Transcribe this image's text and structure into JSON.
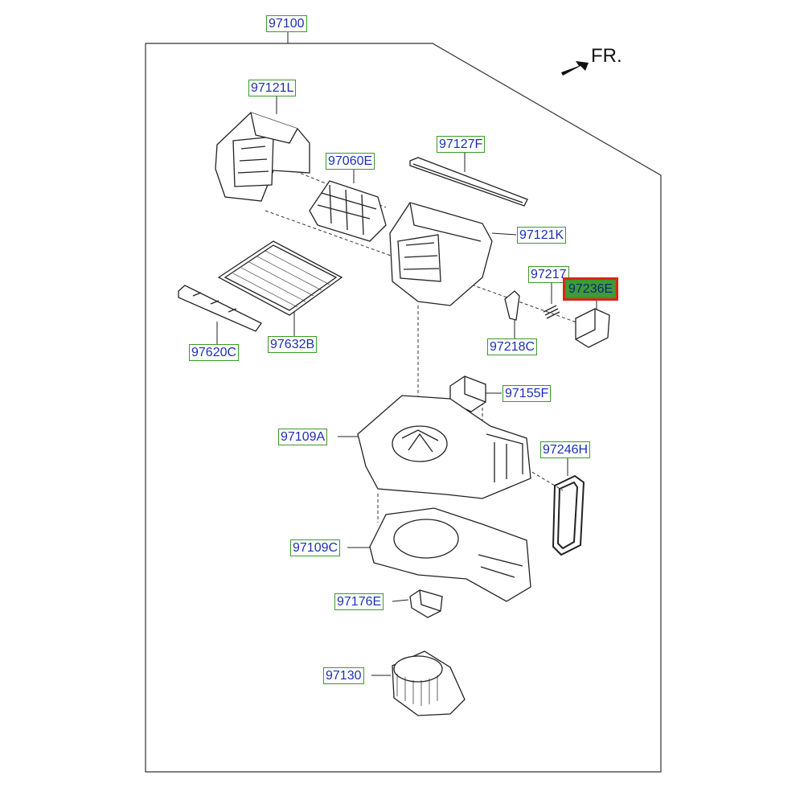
{
  "direction_label": "FR.",
  "parts": {
    "p97100": "97100",
    "p97121L": "97121L",
    "p97060E": "97060E",
    "p97127F": "97127F",
    "p97121K": "97121K",
    "p97217": "97217",
    "p97236E": "97236E",
    "p97218C": "97218C",
    "p97632B": "97632B",
    "p97620C": "97620C",
    "p97155F": "97155F",
    "p97109A": "97109A",
    "p97246H": "97246H",
    "p97109C": "97109C",
    "p97176E": "97176E",
    "p97130": "97130"
  },
  "selected_part": "97236E",
  "colors": {
    "label_border": "#3a9a2a",
    "label_text": "#1c2fb8",
    "selected_fill": "#3f9b3a",
    "selected_outline": "#d8261b"
  }
}
